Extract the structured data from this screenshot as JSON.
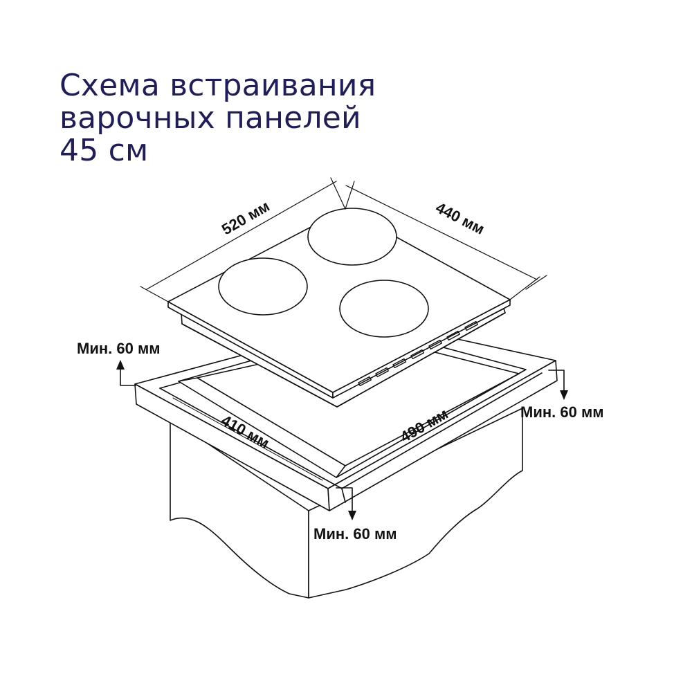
{
  "title": {
    "line1": "Схема встраивания",
    "line2": "варочных панелей",
    "line3": "45 см"
  },
  "dimensions": {
    "hob_width": "520 мм",
    "hob_depth": "440 мм",
    "cutout_width": "410 мм",
    "cutout_depth": "490 мм"
  },
  "clearances": {
    "rear": "Мин. 60 мм",
    "side": "Мин. 60 мм",
    "front": "Мин. 60 мм"
  },
  "colors": {
    "title": "#1f1d5c",
    "line": "#111111"
  }
}
